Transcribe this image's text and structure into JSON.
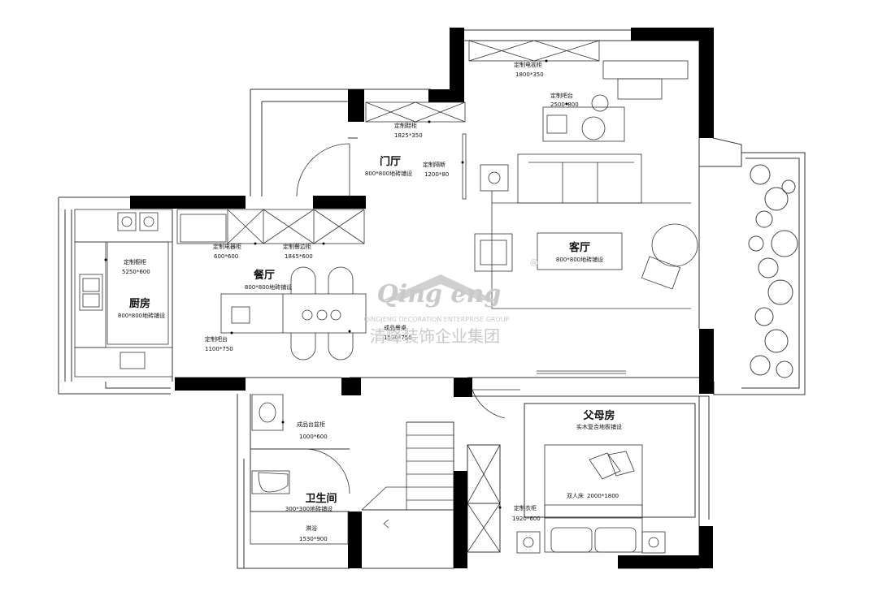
{
  "rooms": {
    "living": {
      "name": "客厅",
      "note": "800*800地砖铺设"
    },
    "dining": {
      "name": "餐厅",
      "note": "800*800地砖铺设"
    },
    "entry": {
      "name": "门厅",
      "note": "800*800地砖铺设"
    },
    "kitchen": {
      "name": "厨房",
      "note": "800*800地砖铺设"
    },
    "parents": {
      "name": "父母房",
      "note": "实木复合地板铺设"
    },
    "bathroom": {
      "name": "卫生间",
      "note": "300*300地砖铺设"
    }
  },
  "fixtures": {
    "tv_cabinet": {
      "name": "定制电视柜",
      "size": "1800*350"
    },
    "bar": {
      "name": "定制吧台",
      "size": "2500*800"
    },
    "shoe_cabinet": {
      "name": "定制鞋柜",
      "size": "1825*350"
    },
    "partition": {
      "name": "定制隔断",
      "size": "1200*80"
    },
    "appliance_cabinet": {
      "name": "定制电器柜",
      "size": "600*600"
    },
    "sideboard": {
      "name": "定制餐边柜",
      "size": "1845*600"
    },
    "cupboard": {
      "name": "定制橱柜",
      "size": "5250*600"
    },
    "island": {
      "name": "定制吧台",
      "size": "1100*750"
    },
    "dining_table": {
      "name": "成品餐桌",
      "size": "1500*750"
    },
    "basin_cabinet": {
      "name": "成品台盆柜",
      "size": "1000*600"
    },
    "shower": {
      "name": "淋浴",
      "size": "1530*900"
    },
    "wardrobe": {
      "name": "定制衣柜",
      "size": "1920*600"
    },
    "bed": {
      "name": "双人床",
      "size": "2000*1800"
    }
  },
  "watermark": {
    "brand": "Qing  eng",
    "sub": "QINGJENG DECORATION ENTERPRISE GROUP",
    "cn": "清峰装饰企业集团",
    "reg": "®"
  },
  "colors": {
    "wall": "#000000",
    "line": "#333333",
    "plant": "#555555",
    "watermark": "#c9c9c9"
  }
}
